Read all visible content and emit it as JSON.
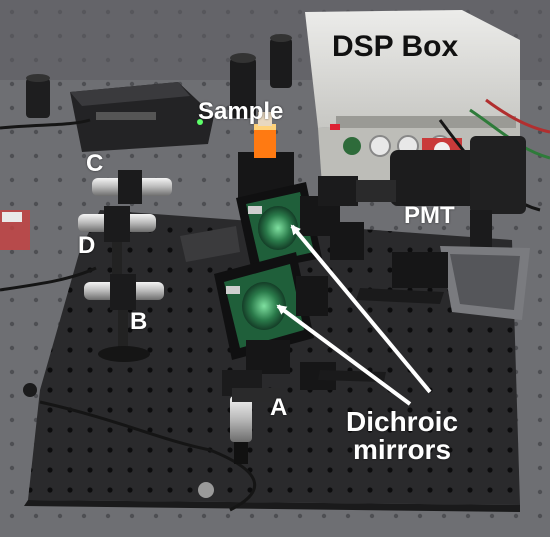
{
  "labels": {
    "dsp_box": "DSP Box",
    "sample": "Sample",
    "c": "C",
    "d": "D",
    "b": "B",
    "a": "A",
    "pmt": "PMT",
    "dichroic_line1": "Dichroic",
    "dichroic_line2": "mirrors"
  },
  "colors": {
    "breadboard": "#2c2c2e",
    "bench": "#6e6f73",
    "box": "#d9d9d6",
    "mirror_green": "#1f5f3a",
    "cuvette": "#ff7a12",
    "arrow": "#ffffff"
  }
}
